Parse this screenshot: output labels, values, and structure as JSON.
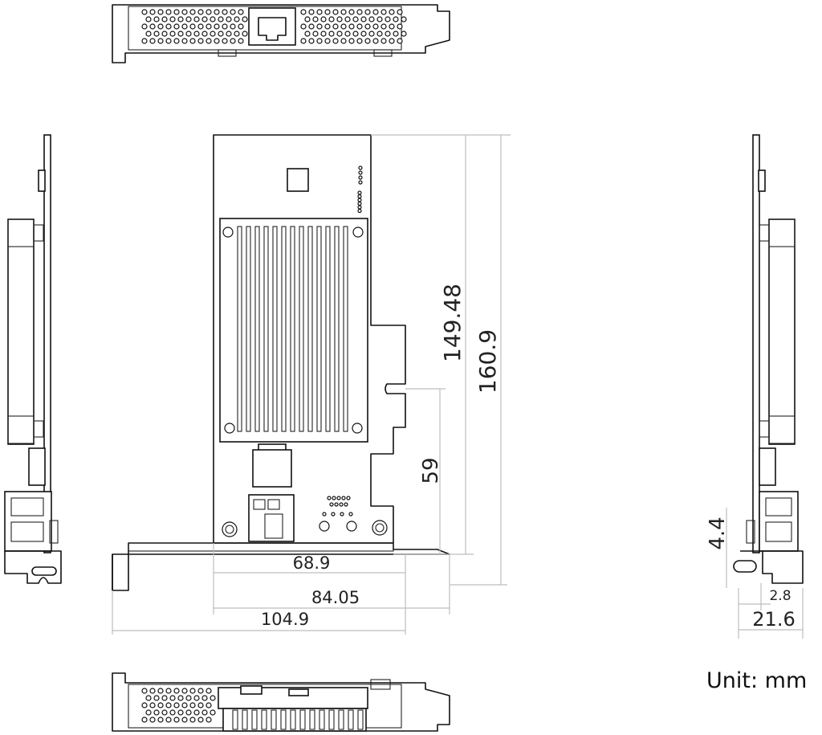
{
  "dimensions": {
    "height_inner": "149.48",
    "height_total": "160.9",
    "height_connector": "59",
    "width_inner": "68.9",
    "width_mid": "84.05",
    "width_total": "104.9",
    "side_offset": "4.4",
    "side_small": "2.8",
    "side_depth": "21.6"
  },
  "unit_label": "Unit: mm",
  "colors": {
    "outline": "#111111",
    "dimension_line": "#bdbdbd",
    "text": "#222222"
  }
}
